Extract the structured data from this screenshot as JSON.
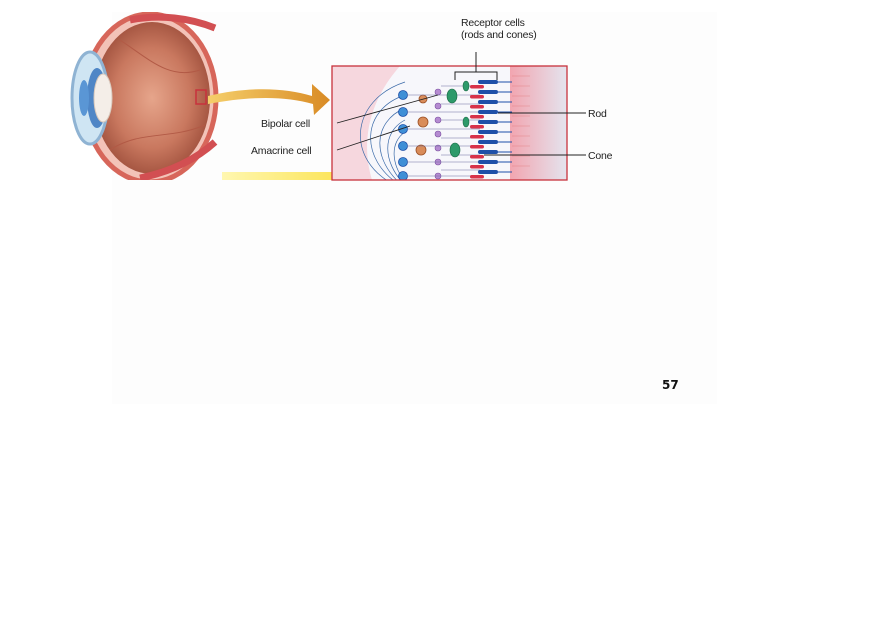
{
  "labels": {
    "receptor": "Receptor cells (rods and cones)",
    "rod": "Rod",
    "cone": "Cone",
    "bipolar": "Bipolar cell",
    "amacrine": "Amacrine cell"
  },
  "page_number": "57",
  "colors": {
    "box": "#c8323c",
    "arrow": "#e8a23a",
    "rod": "#1e4fa8",
    "cone": "#2d9a6a",
    "bipolar": "#d98c5a",
    "eye_tissue": "#c9785f",
    "iris": "#4f86c6",
    "pigment": "#e77c8e"
  }
}
